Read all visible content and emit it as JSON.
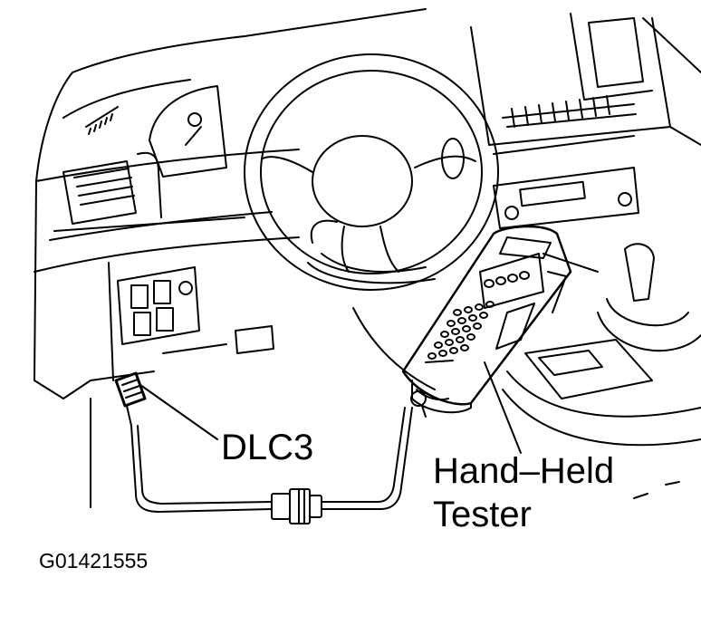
{
  "labels": {
    "dlc3": "DLC3",
    "tester_line1": "Hand–Held",
    "tester_line2": "Tester",
    "figure_id": "G01421555"
  },
  "colors": {
    "ink": "#000000",
    "paper": "#ffffff"
  }
}
